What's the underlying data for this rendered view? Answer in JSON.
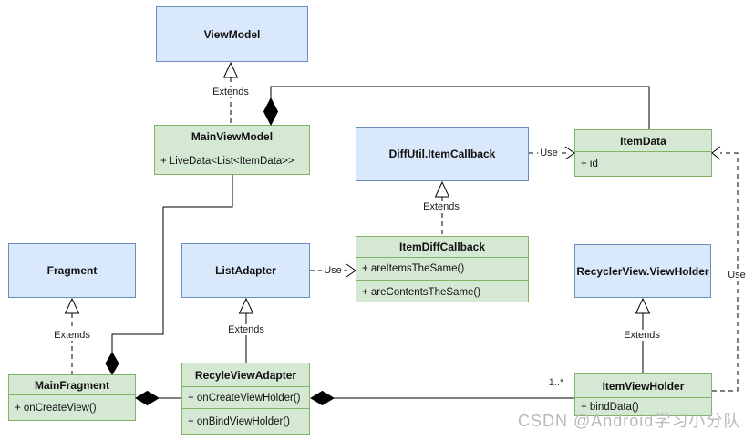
{
  "diagram": {
    "colors": {
      "blue_fill": "#dae8fc",
      "blue_border": "#6c8ebf",
      "green_fill": "#d5e8d4",
      "green_border": "#82b366",
      "line": "#000000",
      "watermark_gray": "#b9b9b9"
    },
    "labels": {
      "extends": "Extends",
      "use": "Use",
      "multiplicity": "1..*"
    },
    "classes": {
      "viewmodel": {
        "name": "ViewModel"
      },
      "mainviewmodel": {
        "name": "MainViewModel",
        "members": [
          "+ LiveData<List<ItemData>>"
        ]
      },
      "diffutil": {
        "name": "DiffUtil.ItemCallback"
      },
      "itemdata": {
        "name": "ItemData",
        "members": [
          "+ id"
        ]
      },
      "fragment": {
        "name": "Fragment"
      },
      "listadapter": {
        "name": "ListAdapter"
      },
      "itemdiffcallback": {
        "name": "ItemDiffCallback",
        "members": [
          "+ areItemsTheSame()",
          "+ areContentsTheSame()"
        ]
      },
      "viewholder": {
        "name": "RecyclerView.ViewHolder"
      },
      "mainfragment": {
        "name": "MainFragment",
        "members": [
          "+ onCreateView()"
        ]
      },
      "recyleviewadapter": {
        "name": "RecyleViewAdapter",
        "members": [
          "+ onCreateViewHolder()",
          "+ onBindViewHolder()"
        ]
      },
      "itemviewholder": {
        "name": "ItemViewHolder",
        "members": [
          "+ bindData()"
        ]
      }
    },
    "connections": [
      {
        "from": "MainViewModel",
        "to": "ViewModel",
        "type": "generalization-dashed",
        "label": "Extends"
      },
      {
        "from": "MainViewModel",
        "to": "ItemData",
        "type": "composition",
        "label": ""
      },
      {
        "from": "DiffUtil.ItemCallback",
        "to": "ItemData",
        "type": "dependency",
        "label": "Use"
      },
      {
        "from": "ItemDiffCallback",
        "to": "DiffUtil.ItemCallback",
        "type": "generalization-dashed",
        "label": "Extends"
      },
      {
        "from": "ListAdapter",
        "to": "ItemDiffCallback",
        "type": "dependency",
        "label": "Use"
      },
      {
        "from": "MainFragment",
        "to": "Fragment",
        "type": "generalization-dashed",
        "label": "Extends"
      },
      {
        "from": "RecyleViewAdapter",
        "to": "ListAdapter",
        "type": "generalization",
        "label": "Extends"
      },
      {
        "from": "ItemViewHolder",
        "to": "RecyclerView.ViewHolder",
        "type": "generalization",
        "label": "Extends"
      },
      {
        "from": "MainFragment",
        "to": "MainViewModel",
        "type": "composition",
        "label": ""
      },
      {
        "from": "MainFragment",
        "to": "RecyleViewAdapter",
        "type": "composition",
        "label": ""
      },
      {
        "from": "RecyleViewAdapter",
        "to": "ItemViewHolder",
        "type": "composition",
        "label": "1..*"
      },
      {
        "from": "ItemViewHolder",
        "to": "ItemData",
        "type": "dependency",
        "label": "Use"
      }
    ],
    "watermark": "CSDN @Android学习小分队"
  }
}
